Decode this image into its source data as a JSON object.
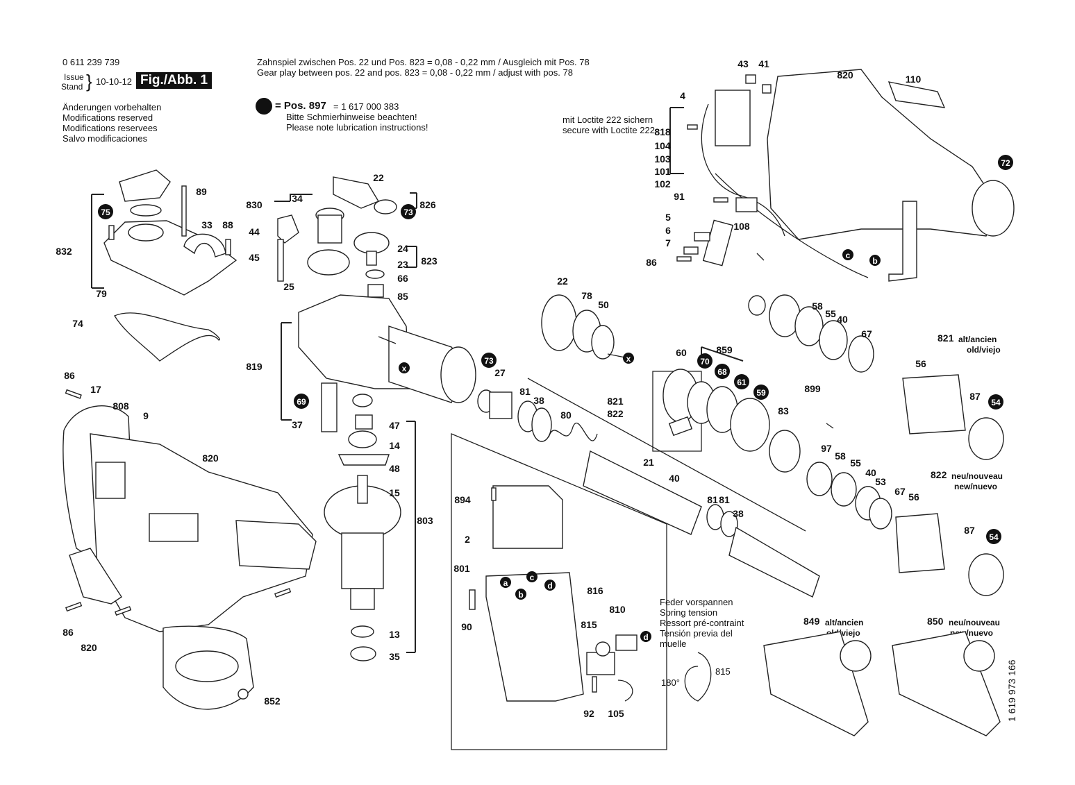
{
  "header": {
    "part_number": "0 611 239 739",
    "issue_label": "Issue",
    "stand_label": "Stand",
    "issue_date": "10-10-12",
    "figure_label": "Fig./Abb. 1",
    "changes": [
      "Änderungen vorbehalten",
      "Modifications reserved",
      "Modifications reservees",
      "Salvo modificaciones"
    ]
  },
  "notes": {
    "gear_play_de": "Zahnspiel zwischen Pos. 22 und Pos. 823  = 0,08 - 0,22 mm / Ausgleich mit Pos. 78",
    "gear_play_en": "Gear play between  pos. 22 and  pos. 823  = 0,08 - 0,22 mm / adjust with pos. 78",
    "lube_pos": "= Pos. 897",
    "lube_number": "= 1 617 000 383",
    "lube_de": "Bitte Schmierhinweise beachten!",
    "lube_en": "Please note lubrication instructions!",
    "loctite_de": "mit Loctite 222 sichern",
    "loctite_en": "secure with Loctite 222",
    "spring": [
      "Feder vorspannen",
      "Spring tension",
      "Ressort pré-contraint",
      "Tensión previa del",
      "muelle"
    ],
    "spring_angle": "180°",
    "spring_part": "815",
    "drawing_number": "1 619 973 166"
  },
  "variants": {
    "v821": "821",
    "v821_text": [
      "alt/ancien",
      "old/viejo"
    ],
    "v822": "822",
    "v822_text": [
      "neu/nouveau",
      "new/nuevo"
    ],
    "v849": "849",
    "v849_text": [
      "alt/ancien",
      "old/viejo"
    ],
    "v850": "850",
    "v850_text": [
      "neu/nouveau",
      "new/nuevo"
    ]
  },
  "callouts": [
    "89",
    "75",
    "33",
    "88",
    "832",
    "79",
    "74",
    "830",
    "34",
    "826",
    "73",
    "44",
    "45",
    "22",
    "24",
    "823",
    "23",
    "66",
    "25",
    "85",
    "819",
    "69",
    "37",
    "47",
    "14",
    "48",
    "15",
    "803",
    "13",
    "35",
    "86",
    "17",
    "808",
    "9",
    "820",
    "852",
    "4",
    "43",
    "41",
    "820",
    "110",
    "818",
    "104",
    "103",
    "101",
    "102",
    "91",
    "5",
    "6",
    "7",
    "86",
    "108",
    "72",
    "c",
    "b",
    "22",
    "78",
    "50",
    "x",
    "x",
    "73",
    "27",
    "81",
    "38",
    "80",
    "821",
    "822",
    "21",
    "40",
    "81",
    "81",
    "38",
    "60",
    "859",
    "70",
    "68",
    "61",
    "59",
    "83",
    "58",
    "55",
    "40",
    "67",
    "56",
    "87",
    "54",
    "899",
    "97",
    "58",
    "55",
    "40",
    "53",
    "67",
    "56",
    "87",
    "54",
    "894",
    "2",
    "801",
    "a",
    "c",
    "d",
    "b",
    "90",
    "816",
    "810",
    "815",
    "92",
    "105",
    "d",
    "86",
    "820"
  ],
  "colors": {
    "ink": "#111111",
    "paper": "#ffffff"
  }
}
